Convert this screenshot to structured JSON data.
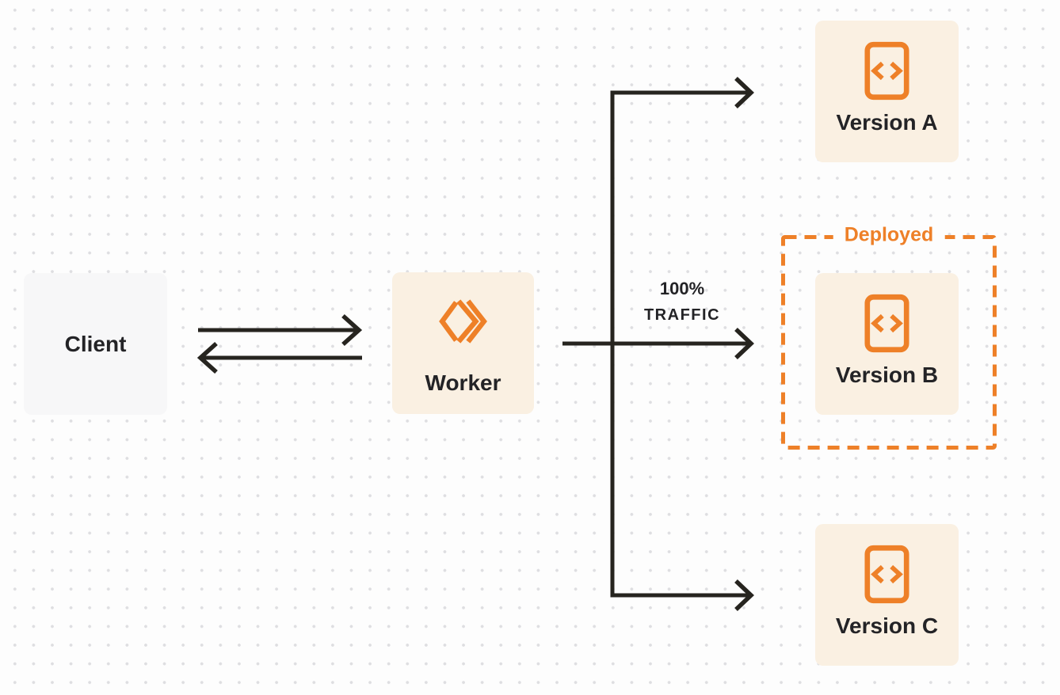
{
  "diagram": {
    "nodes": {
      "client": {
        "label": "Client"
      },
      "worker": {
        "label": "Worker",
        "icon": "worker-chevrons-icon"
      },
      "versions": [
        {
          "label": "Version A",
          "icon": "code-file-icon"
        },
        {
          "label": "Version B",
          "icon": "code-file-icon"
        },
        {
          "label": "Version C",
          "icon": "code-file-icon"
        }
      ]
    },
    "deployed": {
      "label": "Deployed"
    },
    "traffic": {
      "line1": "100%",
      "line2": "TRAFFIC"
    },
    "colors": {
      "accent_orange": "#EE8028",
      "node_cream": "#FAF0E2",
      "node_gray": "#F7F7F8",
      "connector_dark": "#26241F",
      "text_dark": "#232326",
      "background": "#FDFDFD",
      "dot_grid": "#DEDEE1"
    }
  }
}
